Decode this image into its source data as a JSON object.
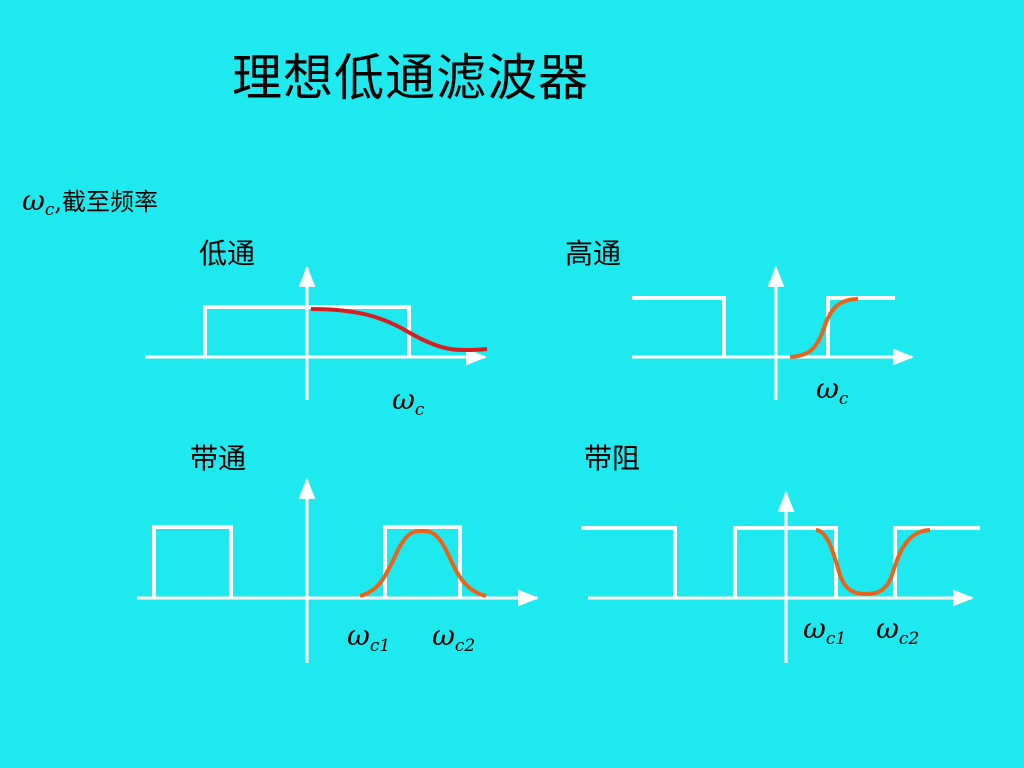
{
  "title": "理想低通滤波器",
  "cutoff_note": {
    "symbol": "ω",
    "subscript": "c",
    "separator": ",",
    "text": "截至频率"
  },
  "colors": {
    "background": "#1de9ee",
    "ideal_response": "#ffffff",
    "lowpass_real": "#d42020",
    "real_response": "#e8641a",
    "text": "#000000"
  },
  "panels": {
    "lowpass": {
      "label": "低通",
      "marks": [
        {
          "symbol": "ω",
          "sub": "c"
        }
      ]
    },
    "highpass": {
      "label": "高通",
      "marks": [
        {
          "symbol": "ω",
          "sub": "c"
        }
      ]
    },
    "bandpass": {
      "label": "带通",
      "marks": [
        {
          "symbol": "ω",
          "sub": "c1"
        },
        {
          "symbol": "ω",
          "sub": "c2"
        }
      ]
    },
    "bandstop": {
      "label": "带阻",
      "marks": [
        {
          "symbol": "ω",
          "sub": "c1"
        },
        {
          "symbol": "ω",
          "sub": "c2"
        }
      ]
    }
  }
}
